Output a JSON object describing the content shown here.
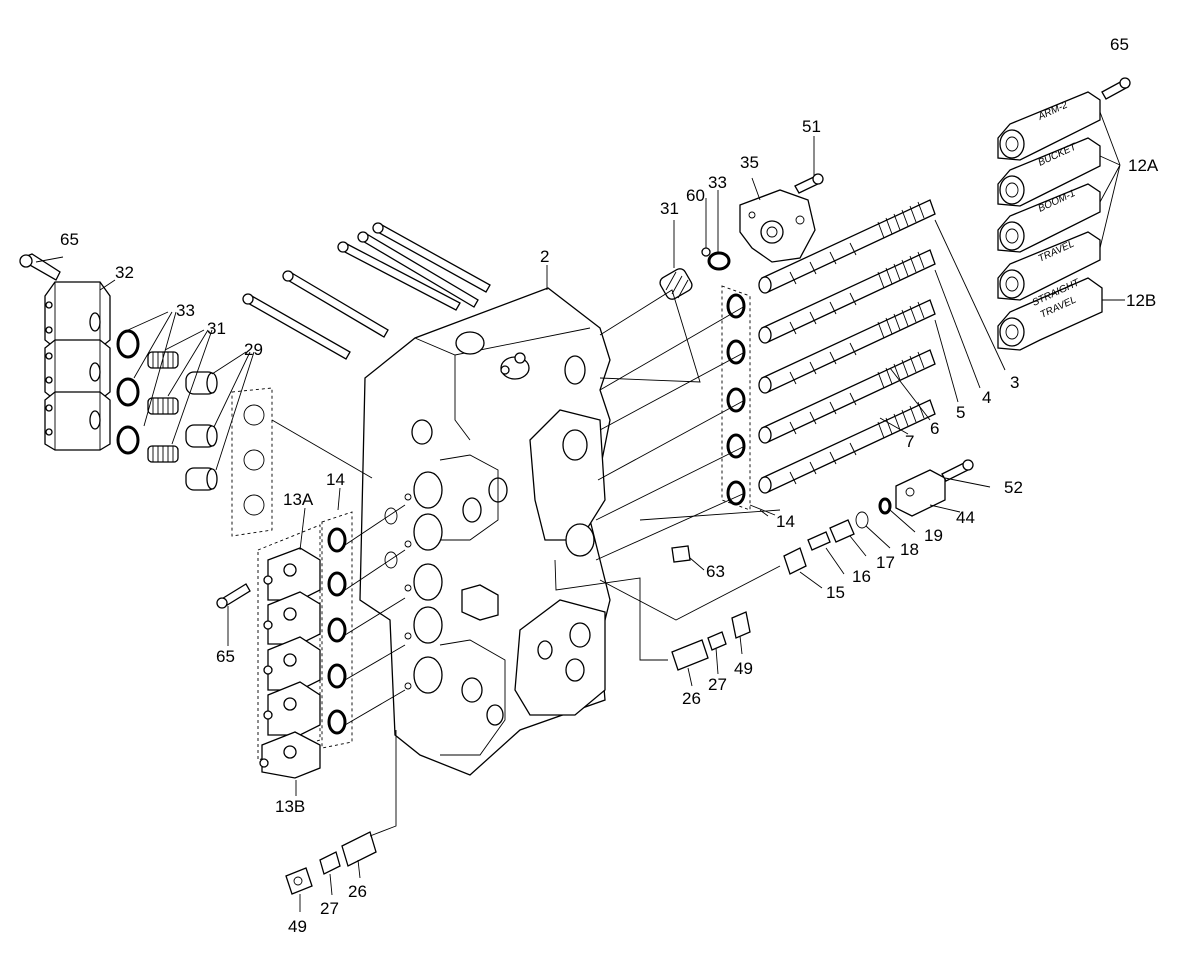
{
  "diagram": {
    "labels": {
      "l65_top": "65",
      "l65_left": "65",
      "l65_mid": "65",
      "l32": "32",
      "l33_left": "33",
      "l31_left": "31",
      "l29": "29",
      "l2": "2",
      "l31_mid": "31",
      "l60": "60",
      "l33_mid": "33",
      "l35": "35",
      "l51": "51",
      "l12A": "12A",
      "l12B": "12B",
      "l3": "3",
      "l4": "4",
      "l5": "5",
      "l6": "6",
      "l7": "7",
      "l14_left": "14",
      "l14_right": "14",
      "l13A": "13A",
      "l13B": "13B",
      "l52": "52",
      "l44": "44",
      "l19": "19",
      "l18": "18",
      "l17": "17",
      "l16": "16",
      "l15": "15",
      "l63": "63",
      "l49_right": "49",
      "l27_right": "27",
      "l26_right": "26",
      "l49_bottom": "49",
      "l27_bottom": "27",
      "l26_bottom": "26"
    },
    "cover_texts": {
      "arm2": "ARM-2",
      "bucket": "BUCKET",
      "boom1": "BOOM-1",
      "travel": "TRAVEL",
      "straight": "STRAIGHT",
      "straight_travel": "TRAVEL"
    }
  }
}
